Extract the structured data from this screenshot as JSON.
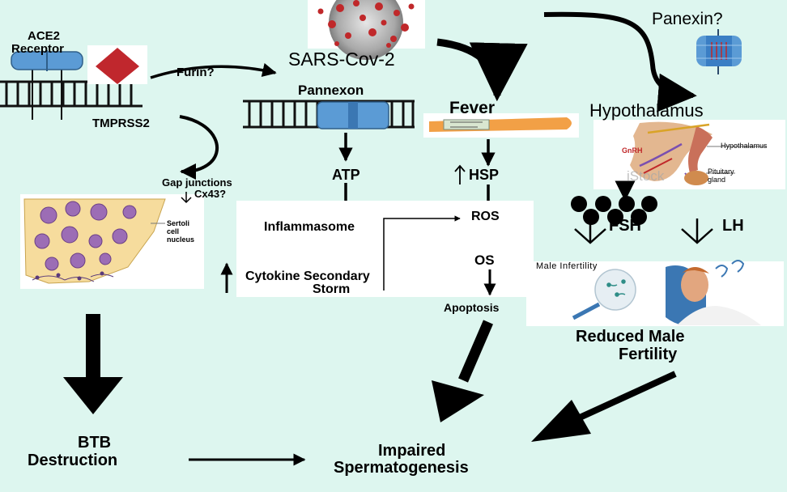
{
  "labels": {
    "ace2": "ACE2",
    "receptor": "Receptor",
    "tmprss2": "TMPRSS2",
    "furin": "Furin?",
    "sars": "SARS-Cov-2",
    "panexin": "Panexin?",
    "pannexon": "Pannexon",
    "fever": "Fever",
    "hypothalamus": "Hypothalamus",
    "gap_junctions": "Gap junctions",
    "cx43": "Cx43?",
    "atp": "ATP",
    "hsp": "HSP",
    "inflammasome": "Inflammasome",
    "ros": "ROS",
    "os": "OS",
    "apoptosis": "Apoptosis",
    "cytokine_1": "Cytokine Secondary",
    "cytokine_2": "Storm",
    "fsh": "FSH",
    "lh": "LH",
    "male_infertility": "Male Infertility",
    "reduced_1": "Reduced Male",
    "reduced_2": "Fertility",
    "btb_1": "BTB",
    "btb_2": "Destruction",
    "impaired_1": "Impaired",
    "impaired_2": "Spermatogenesis",
    "sertoli_1": "Sertoli",
    "sertoli_2": "cell",
    "sertoli_3": "nucleus",
    "hypo_inset_label": "Hypothalamus",
    "pituitary_1": "Pituitary",
    "pituitary_2": "gland",
    "grh": "GnRH",
    "watermark": "iStock"
  },
  "colors": {
    "background": "#ddf6ef",
    "membrane": "#1a1a1a",
    "channel": "#5b9bd5",
    "virus_red": "#c0282a",
    "diamond_red": "#c0272d"
  }
}
